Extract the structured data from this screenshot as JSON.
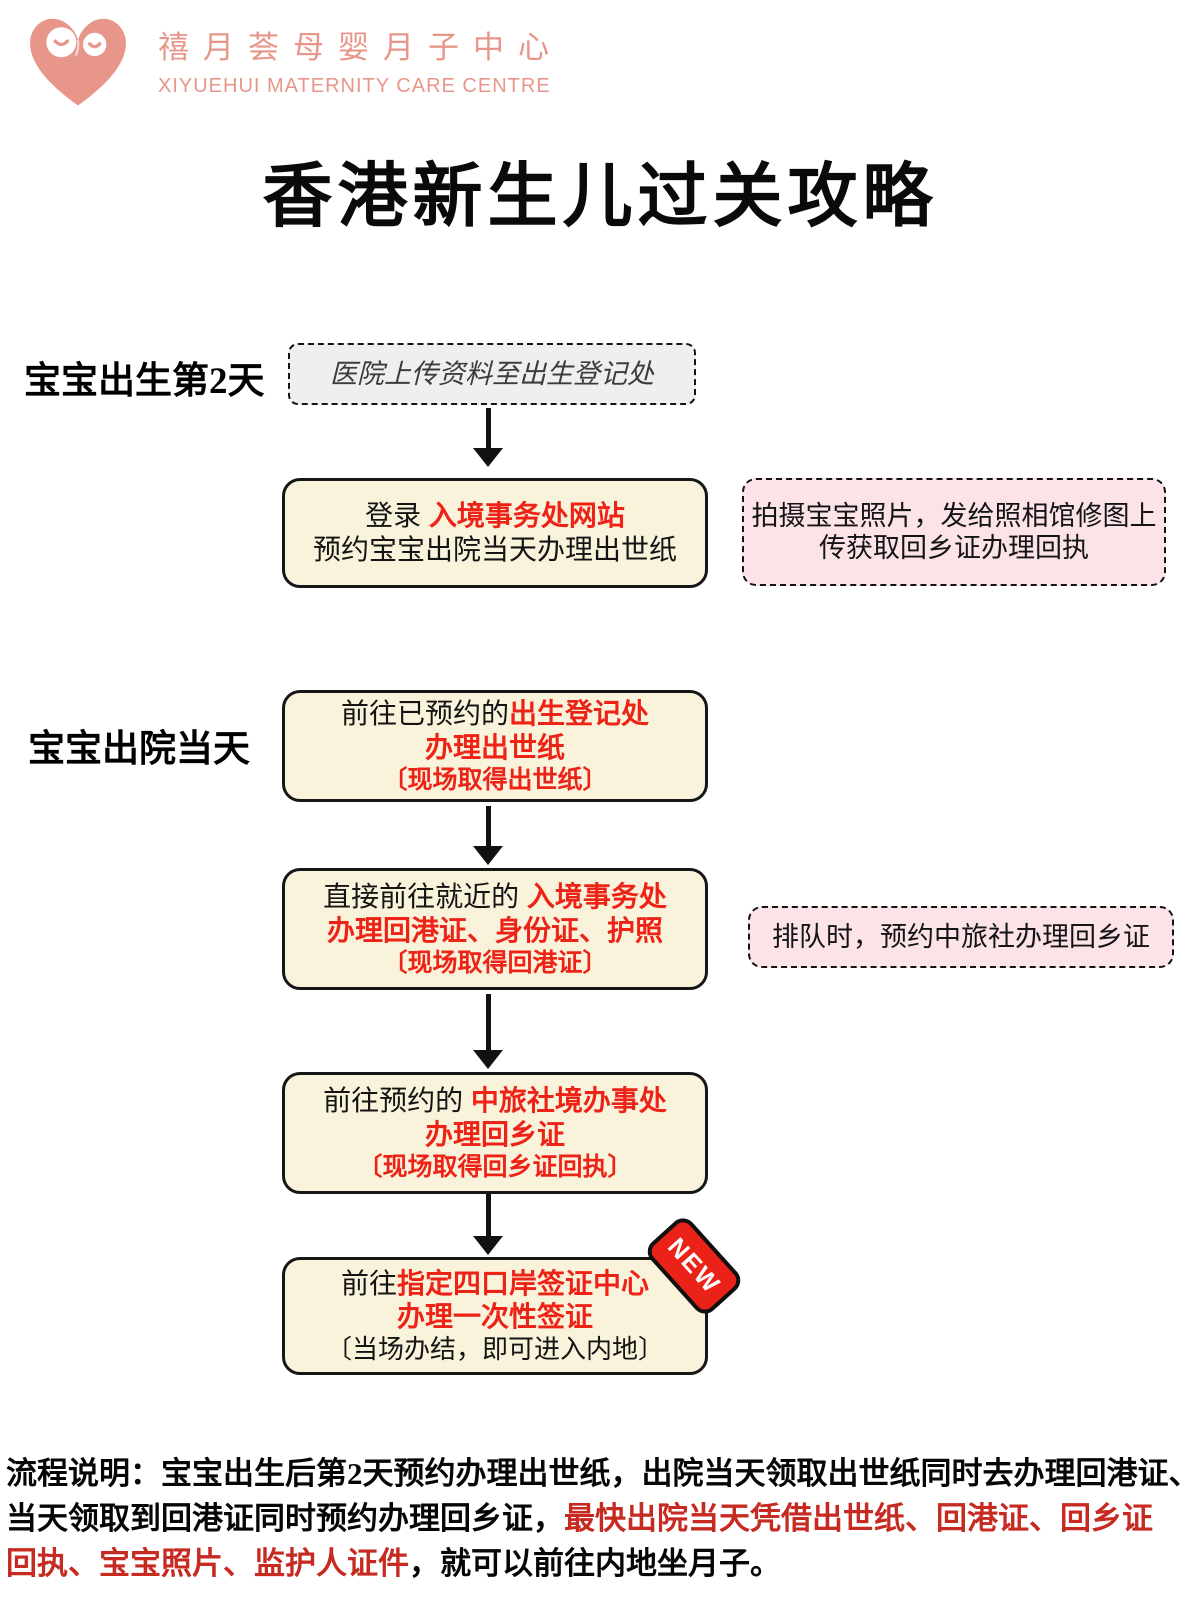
{
  "logo": {
    "brand_cn": "禧月荟母婴月子中心",
    "brand_en": "XIYUEHUI MATERNITY CARE CENTRE"
  },
  "title": "香港新生儿过关攻略",
  "flow": {
    "stage1_label": "宝宝出生第2天",
    "stage2_label": "宝宝出院当天",
    "box1": {
      "text": "医院上传资料至出生登记处"
    },
    "box2": {
      "line1_black": "登录 ",
      "line1_red": "入境事务处网站",
      "line2_black": "预约宝宝出院当天办理出世纸"
    },
    "side1": {
      "line1": "拍摄宝宝照片，发给照相馆修图上",
      "line2": "传获取回乡证办理回执"
    },
    "box3": {
      "line1_black": "前往已预约的",
      "line1_red": "出生登记处",
      "line2_red": "办理出世纸",
      "line3_red": "〔现场取得出世纸〕"
    },
    "box4": {
      "line1_black": "直接前往就近的 ",
      "line1_red": "入境事务处",
      "line2_red": "办理回港证、身份证、护照",
      "line3_red": "〔现场取得回港证〕"
    },
    "side2": {
      "text": "排队时，预约中旅社办理回乡证"
    },
    "box5": {
      "line1_black": "前往预约的 ",
      "line1_red": "中旅社境办事处",
      "line2_red": "办理回乡证",
      "line3_red": "〔现场取得回乡证回执〕"
    },
    "box6": {
      "line1_black": "前往",
      "line1_red": "指定四口岸签证中心",
      "line2_red": "办理一次性签证",
      "line3_black": "〔当场办结，即可进入内地〕",
      "badge": "NEW"
    }
  },
  "footer": {
    "l1_black": "流程说明：宝宝出生后第2天预约办理出世纸，出院当天领取出世纸同时去办理回港证、",
    "l2_black": "当天领取到回港证同时预约办理回乡证，",
    "l2_red": "最快出院当天凭借出世纸、回港证、回乡证",
    "l3_red": "回执、宝宝照片、监护人证件",
    "l3_black": "，就可以前往内地坐月子。"
  },
  "colors": {
    "brand_salmon": "#e8968a",
    "box_red_text": "#ee2317",
    "footer_red_text": "#c62a20",
    "cream_fill": "#faf3dc",
    "pink_fill": "#fbe3e8",
    "gray_fill": "#efefef",
    "badge_red": "#ea2217"
  }
}
